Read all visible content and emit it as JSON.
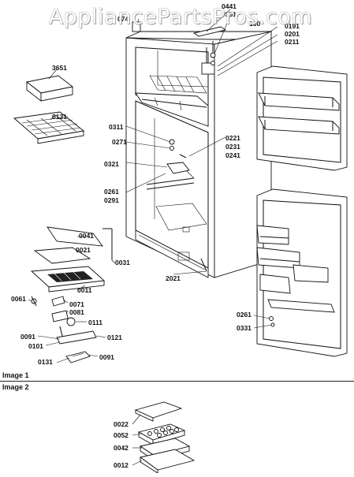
{
  "watermark": "AppliancePartsPros.com",
  "image_labels": {
    "image1": "Image 1",
    "image2": "Image 2"
  },
  "callouts": {
    "c0441": "0441",
    "c0381": "0381",
    "c1301": "130",
    "c0191": "0191",
    "c0201": "0201",
    "c0211": "0211",
    "c0741": "074",
    "c3651": "3651",
    "c0131a": "0131",
    "c0311": "0311",
    "c0271": "0271",
    "c0221": "0221",
    "c0231": "0231",
    "c0241": "0241",
    "c0321": "0321",
    "c0261a": "0261",
    "c0291": "0291",
    "c0041": "0041",
    "c0021": "0021",
    "c0031": "0031",
    "c0011": "0011",
    "c2021": "2021",
    "c0061": "0061",
    "c0071": "0071",
    "c0081": "0081",
    "c0111": "0111",
    "c0091a": "0091",
    "c0101": "0101",
    "c0121": "0121",
    "c0131b": "0131",
    "c0091b": "0091",
    "c0261b": "0261",
    "c0331": "0331",
    "c0022": "0022",
    "c0052": "0052",
    "c0042": "0042",
    "c0012": "0012"
  }
}
